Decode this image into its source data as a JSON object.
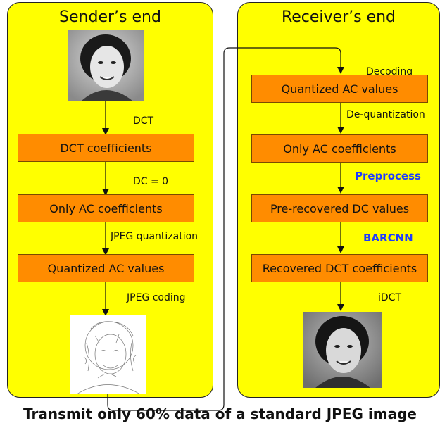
{
  "colors": {
    "panel_bg": "#ffff00",
    "box_bg": "#ff8c00",
    "accent_text": "#1e3cff"
  },
  "sender": {
    "title": "Sender’s end",
    "input_image_icon": "portrait-photo",
    "label_dct": "DCT",
    "box_dct_coefficients": "DCT coefficients",
    "label_dc_zero": "DC = 0",
    "box_only_ac": "Only AC coefficients",
    "label_jpeg_quantization": "JPEG quantization",
    "box_quantized_ac": "Quantized AC values",
    "label_jpeg_coding": "JPEG coding",
    "output_image_icon": "edge-sketch-image"
  },
  "receiver": {
    "title": "Receiver’s end",
    "label_decoding": "Decoding",
    "box_quantized_ac": "Quantized AC values",
    "label_dequantization": "De-quantization",
    "box_only_ac": "Only AC coefficients",
    "label_preprocess": "Preprocess",
    "box_pre_recovered_dc": "Pre-recovered DC values",
    "label_barcnn": "BARCNN",
    "box_recovered_dct": "Recovered DCT coefficients",
    "label_idct": "iDCT",
    "output_image_icon": "portrait-photo"
  },
  "caption": "Transmit only 60% data of a standard JPEG image"
}
